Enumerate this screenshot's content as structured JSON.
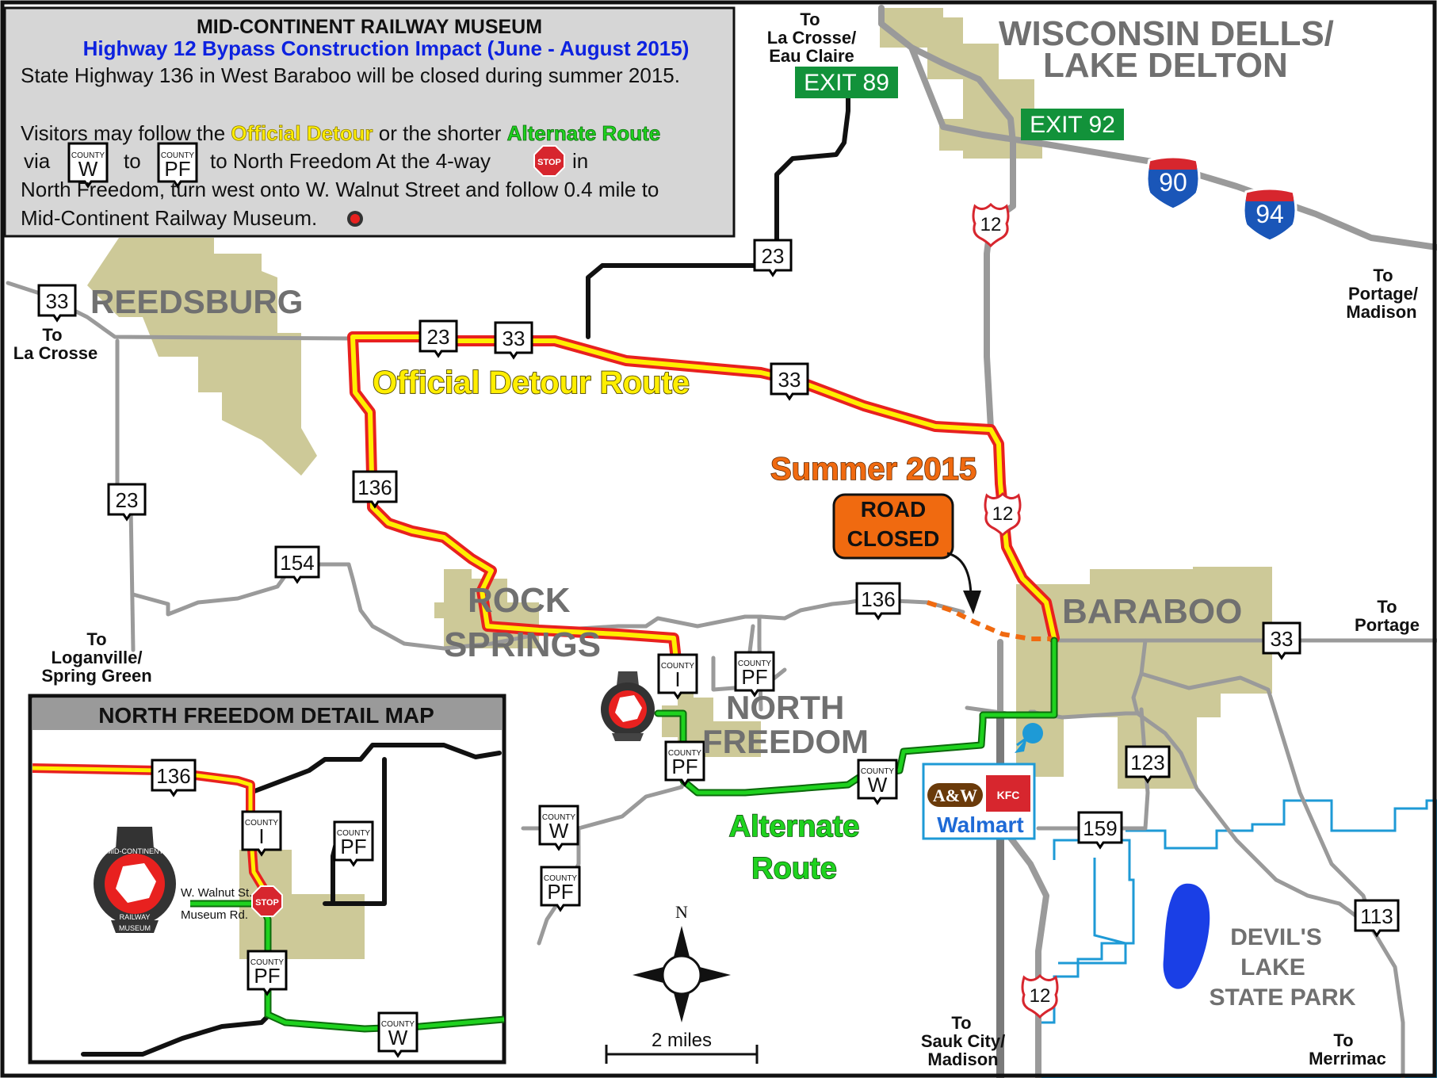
{
  "info_box": {
    "title": "MID-CONTINENT RAILWAY MUSEUM",
    "subtitle": "Highway 12 Bypass Construction Impact (June - August 2015)",
    "line1": "State Highway 136 in West Baraboo will be closed during summer 2015.",
    "line2_a": "Visitors may follow the ",
    "line2_official": "Official Detour",
    "line2_b": " or the shorter ",
    "line2_alternate": "Alternate Route",
    "line3_via": "via",
    "line3_to": "to",
    "line3_nf": "to North Freedom  At the 4-way",
    "line3_in": "in",
    "line4": "North Freedom, turn west onto W. Walnut Street and follow 0.4 mile to",
    "line5": "Mid-Continent Railway Museum."
  },
  "places": {
    "wisconsin_dells_1": "WISCONSIN DELLS/",
    "wisconsin_dells_2": "LAKE DELTON",
    "reedsburg": "REEDSBURG",
    "rock": "ROCK",
    "springs": "SPRINGS",
    "north": "NORTH",
    "freedom": "FREEDOM",
    "baraboo": "BARABOO",
    "devils_1": "DEVIL'S",
    "devils_2": "LAKE",
    "devils_3": "STATE PARK"
  },
  "directions": {
    "lacrosse_eau_1": "To",
    "lacrosse_eau_2": "La Crosse/",
    "lacrosse_eau_3": "Eau Claire",
    "to_lacrosse_1": "To",
    "to_lacrosse_2": "La Crosse",
    "portage_madison_1": "To",
    "portage_madison_2": "Portage/",
    "portage_madison_3": "Madison",
    "portage_1": "To",
    "portage_2": "Portage",
    "loganville_1": "To",
    "loganville_2": "Loganville/",
    "loganville_3": "Spring Green",
    "sauk_1": "To",
    "sauk_2": "Sauk City/",
    "sauk_3": "Madison",
    "merrimac_1": "To",
    "merrimac_2": "Merrimac"
  },
  "exits": {
    "exit89": "EXIT 89",
    "exit92": "EXIT 92"
  },
  "interstates": {
    "i90": "90",
    "i94": "94"
  },
  "us_routes": {
    "r12": "12"
  },
  "state_routes": {
    "s23": "23",
    "s33": "33",
    "s136": "136",
    "s154": "154",
    "s123": "123",
    "s159": "159",
    "s113": "113"
  },
  "county": {
    "label": "COUNTY",
    "w": "W",
    "pf": "PF",
    "i": "I"
  },
  "labels": {
    "official_detour": "Official Detour Route",
    "summer": "Summer 2015",
    "road": "ROAD",
    "closed": "CLOSED",
    "alternate_1": "Alternate",
    "alternate_2": "Route",
    "walmart": "Walmart",
    "aw": "A&W",
    "kfc": "KFC",
    "scale": "2 miles",
    "north_arrow": "N"
  },
  "inset": {
    "title": "NORTH FREEDOM DETAIL MAP",
    "walnut": "W. Walnut St.",
    "museum_rd": "Museum Rd.",
    "stop": "STOP"
  },
  "museum_logo": {
    "top": "MID-CONTINENT",
    "bottom": "RAILWAY",
    "base": "MUSEUM"
  },
  "colors": {
    "detour_yellow": "#ffee00",
    "detour_red": "#e8211f",
    "alternate_green": "#1fd21f",
    "closed_orange": "#f06a10",
    "town_fill": "#cdc998",
    "park_blue": "#1e9ad6",
    "lake_blue": "#1a3fe6",
    "road_gray": "#9a9a9a",
    "interstate_blue": "#1a56b8",
    "interstate_red": "#d7262e",
    "exit_green": "#12923a"
  }
}
